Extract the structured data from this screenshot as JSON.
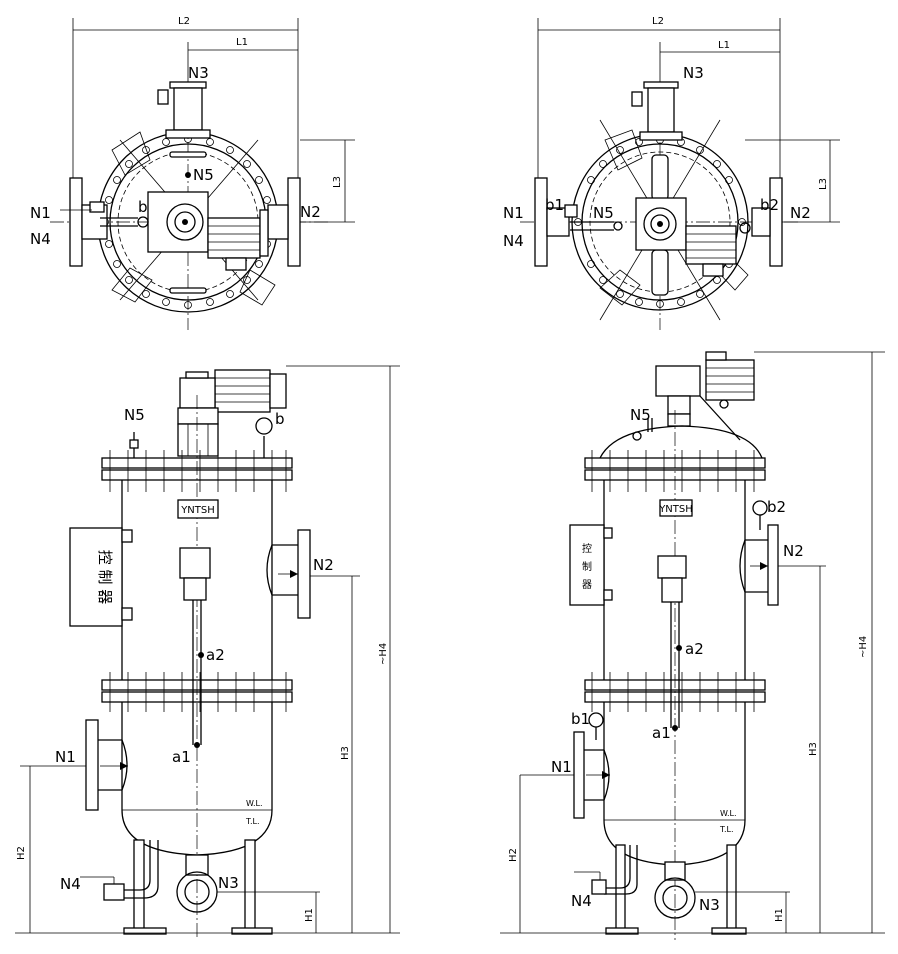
{
  "labels": {
    "L2": "L2",
    "L1": "L1",
    "L3": "L3",
    "N1": "N1",
    "N2": "N2",
    "N3": "N3",
    "N4": "N4",
    "N5": "N5",
    "b": "b",
    "b1": "b1",
    "b2": "b2",
    "a1": "a1",
    "a2": "a2",
    "H1": "H1",
    "H2": "H2",
    "H3": "H3",
    "H4": "~H4",
    "WL": "W.L.",
    "TL": "T.L."
  },
  "nameplate": "YNTSH",
  "controller_left": "控 制 器",
  "controller_right_1": "控",
  "controller_right_2": "制",
  "controller_right_3": "器",
  "colors": {
    "line": "#000000",
    "background": "#ffffff"
  }
}
